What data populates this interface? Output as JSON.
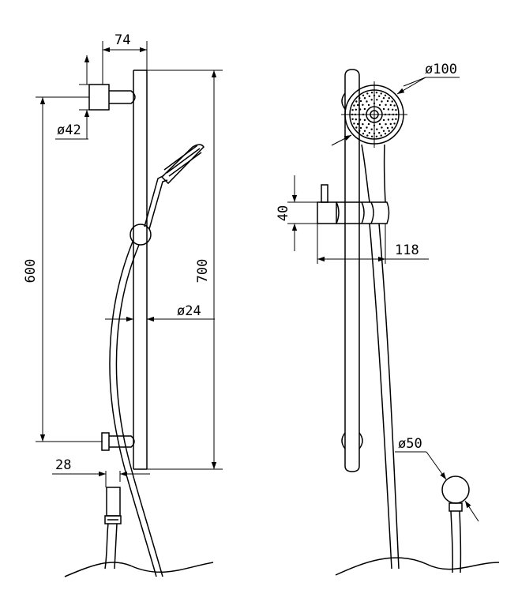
{
  "dimensions": {
    "bracket_offset": "74",
    "flange_diameter": "ø42",
    "bracket_spacing": "600",
    "rail_length": "700",
    "rail_diameter": "ø24",
    "outlet_depth": "28",
    "head_diameter": "ø100",
    "slider_height": "40",
    "slider_projection": "118",
    "outlet_diameter": "ø50"
  }
}
